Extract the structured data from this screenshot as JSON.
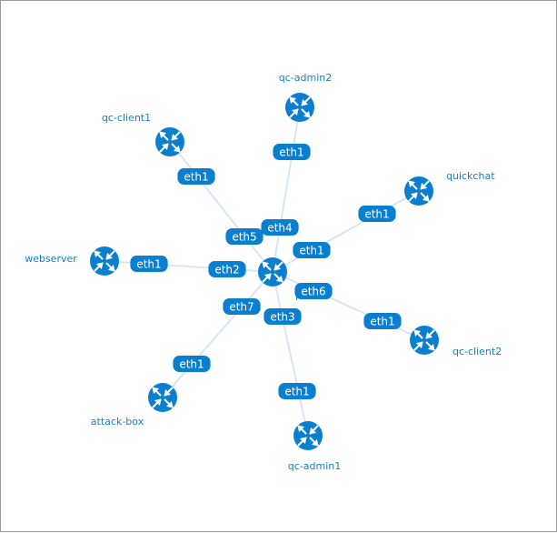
{
  "colors": {
    "node": "#0b7fcf",
    "pill": "#0b7fcf",
    "link": "#d6e6f5",
    "label": "#1a7dc4"
  },
  "hub": {
    "id": "hub",
    "label": "r",
    "icon": "router-icon"
  },
  "nodes": [
    {
      "id": "qc-admin2",
      "label": "qc-admin2",
      "icon": "router-icon",
      "hub_port": "eth4",
      "node_port": "eth1"
    },
    {
      "id": "qc-client1",
      "label": "qc-client1",
      "icon": "router-icon",
      "hub_port": "eth5",
      "node_port": "eth1"
    },
    {
      "id": "quickchat",
      "label": "quickchat",
      "icon": "router-icon",
      "hub_port": "eth1",
      "node_port": "eth1"
    },
    {
      "id": "webserver",
      "label": "webserver",
      "icon": "router-icon",
      "hub_port": "eth2",
      "node_port": "eth1"
    },
    {
      "id": "qc-client2",
      "label": "qc-client2",
      "icon": "router-icon",
      "hub_port": "eth6",
      "node_port": "eth1"
    },
    {
      "id": "attack-box",
      "label": "attack-box",
      "icon": "router-icon",
      "hub_port": "eth7",
      "node_port": "eth1"
    },
    {
      "id": "qc-admin1",
      "label": "qc-admin1",
      "icon": "router-icon",
      "hub_port": "eth3",
      "node_port": "eth1"
    }
  ]
}
